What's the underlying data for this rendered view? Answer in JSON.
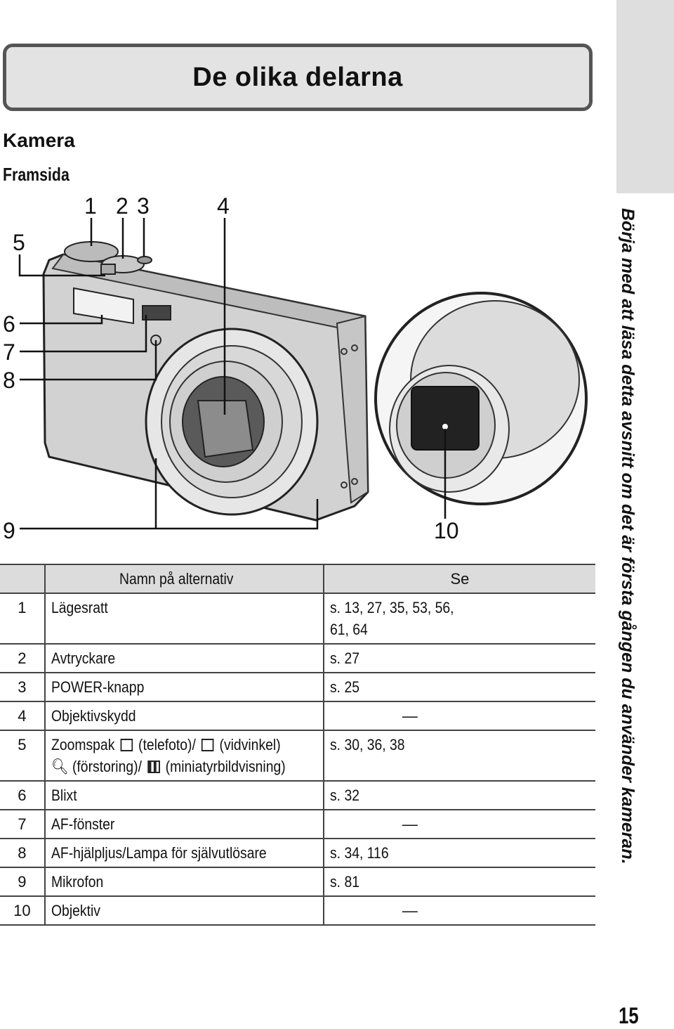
{
  "page_title": "De olika delarna",
  "section": "Kamera",
  "subsection": "Framsida",
  "side_text": "Börja med att läsa detta avsnitt om det är första gången du använder kameran.",
  "page_number": "15",
  "callouts": [
    "1",
    "2",
    "3",
    "4",
    "5",
    "6",
    "7",
    "8",
    "9",
    "10"
  ],
  "table": {
    "headers": {
      "num": "",
      "name": "Namn på alternativ",
      "see": "Se"
    },
    "rows": [
      {
        "num": "1",
        "name": "Lägesratt",
        "see": "s. 13, 27, 35, 53, 56, 61, 64"
      },
      {
        "num": "2",
        "name": "Avtryckare",
        "see": "s. 27"
      },
      {
        "num": "3",
        "name": "POWER-knapp",
        "see": "s. 25"
      },
      {
        "num": "4",
        "name": "Objektivskydd",
        "see": "—"
      },
      {
        "num": "5",
        "name_a": "Zoomspak",
        "name_b": "(telefoto)/",
        "name_c": "(vidvinkel)",
        "name_d": "(förstoring)/",
        "name_e": "(miniatyrbildvisning)",
        "see": "s. 30, 36, 38"
      },
      {
        "num": "6",
        "name": "Blixt",
        "see": "s. 32"
      },
      {
        "num": "7",
        "name": "AF-fönster",
        "see": "—"
      },
      {
        "num": "8",
        "name": "AF-hjälpljus/Lampa för självutlösare",
        "see": "s. 34, 116"
      },
      {
        "num": "9",
        "name": "Mikrofon",
        "see": "s. 81"
      },
      {
        "num": "10",
        "name": "Objektiv",
        "see": "—"
      }
    ]
  }
}
